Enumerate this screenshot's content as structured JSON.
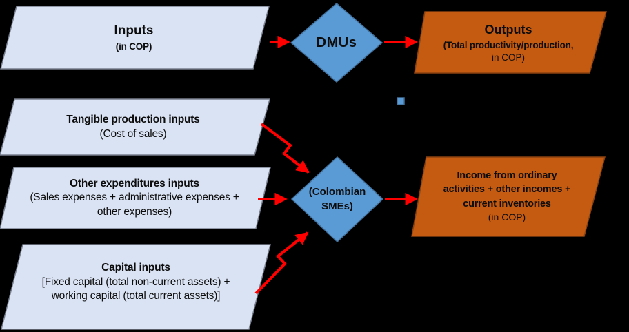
{
  "diagram": {
    "title_hint": "DEA input-output flow diagram",
    "colors": {
      "background": "#000000",
      "light_shape": "#dae3f3",
      "light_border": "#787f8e",
      "blue_shape": "#5b9bd5",
      "blue_border": "#41719c",
      "orange_shape": "#c55a11",
      "orange_border": "#8c4210",
      "arrow": "#ff0000",
      "text": "#0d0d0d"
    },
    "nodes": {
      "inputs": {
        "title": "Inputs",
        "subtitle": "(in COP)"
      },
      "dmus": {
        "label": "DMUs"
      },
      "outputs": {
        "title": "Outputs",
        "line2": "(Total productivity/production,",
        "line3": "in COP)"
      },
      "tangible": {
        "title": "Tangible production inputs",
        "subtitle": "(Cost of sales)"
      },
      "other": {
        "title": "Other expenditures inputs",
        "line2": "(Sales expenses + administrative expenses +",
        "line3": "other expenses)"
      },
      "capital": {
        "title": "Capital inputs",
        "line2": "[Fixed capital (total non-current assets) +",
        "line3": "working capital (total current assets)]"
      },
      "smes": {
        "line1": "(Colombian",
        "line2": "SMEs)"
      },
      "income": {
        "line1": "Income from ordinary",
        "line2": "activities + other incomes +",
        "line3": "current inventories",
        "line4": "(in COP)"
      }
    }
  }
}
